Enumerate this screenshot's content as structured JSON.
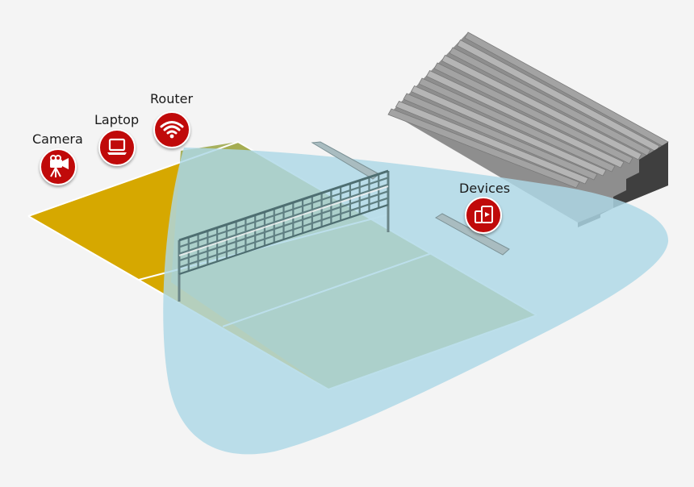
{
  "devices": {
    "camera": {
      "label": "Camera",
      "icon": "video-camera-icon"
    },
    "laptop": {
      "label": "Laptop",
      "icon": "laptop-icon"
    },
    "router": {
      "label": "Router",
      "icon": "wifi-icon"
    },
    "devices": {
      "label": "Devices",
      "icon": "tablet-phone-icon"
    }
  },
  "colors": {
    "court_orange": "#d6a800",
    "court_green": "#a2ad55",
    "coverage_blue": "#add8e6",
    "badge_red": "#c00a0a",
    "bleacher_grey": "#a9a9a9",
    "net_grid": "#5f7f82"
  }
}
